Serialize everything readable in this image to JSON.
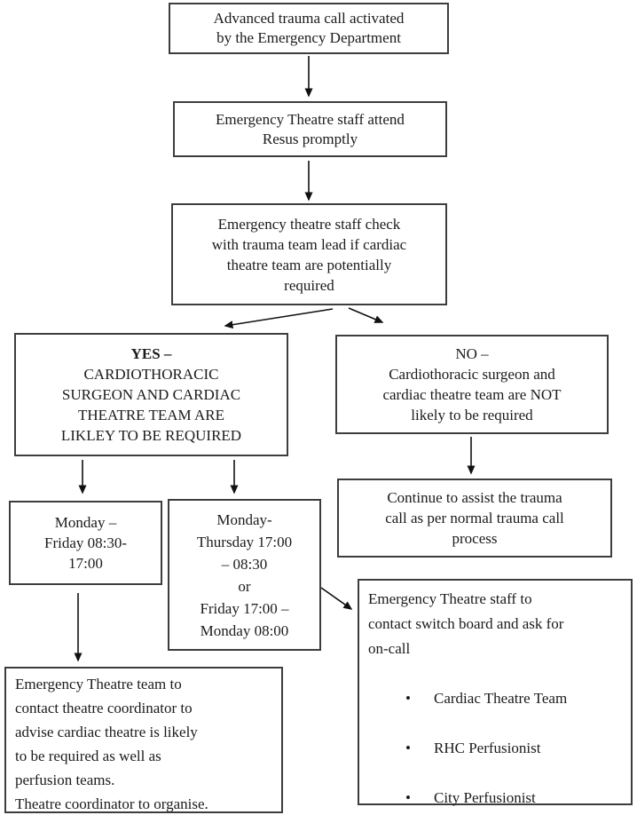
{
  "flowchart": {
    "trauma_call": {
      "text": "Advanced trauma call activated\nby the Emergency Department"
    },
    "theatre_attend": {
      "text": "Emergency Theatre staff attend\nResus promptly"
    },
    "check_cardiac": {
      "text": "Emergency theatre staff check\nwith trauma team lead if cardiac\ntheatre team are potentially\nrequired"
    },
    "yes_branch": {
      "label": "YES –",
      "text": "CARDIOTHORACIC\nSURGEON AND CARDIAC\nTHEATRE TEAM ARE\nLIKLEY TO BE REQUIRED"
    },
    "no_branch": {
      "label": "NO –",
      "text": "Cardiothoracic surgeon and\ncardiac theatre team are NOT\nlikely to be required"
    },
    "mon_fri": {
      "text": "Monday –\nFriday 08:30-\n17:00"
    },
    "mon_thu": {
      "text": "Monday-\nThursday 17:00\n– 08:30\nor\nFriday 17:00 –\nMonday 08:00"
    },
    "continue_trauma": {
      "text": "Continue to assist the trauma\ncall as per normal trauma call\nprocess"
    },
    "switchboard": {
      "text": "Emergency Theatre staff to\ncontact switch board and ask for\non-call",
      "bullets": [
        "Cardiac Theatre Team",
        "RHC Perfusionist",
        "City Perfusionist"
      ]
    },
    "coordinator": {
      "text": "Emergency Theatre team to\ncontact theatre coordinator to\nadvise cardiac theatre is likely\nto be required as well as\nperfusion teams.\nTheatre coordinator to organise."
    },
    "line_color": "#111111"
  }
}
